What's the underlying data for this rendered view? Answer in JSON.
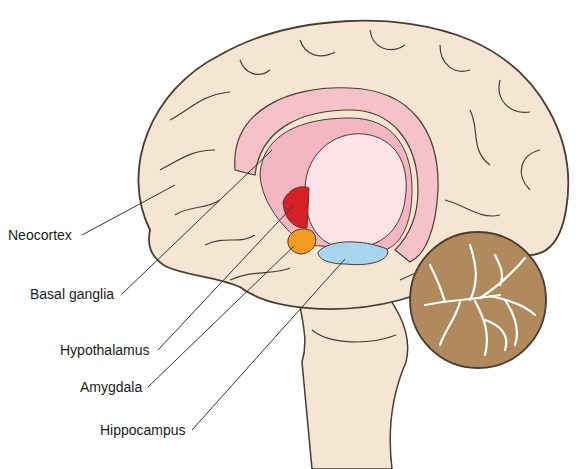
{
  "diagram": {
    "labels": [
      "Neocortex",
      "Basal ganglia",
      "Hypothalamus",
      "Amygdala",
      "Hippocampus"
    ]
  }
}
